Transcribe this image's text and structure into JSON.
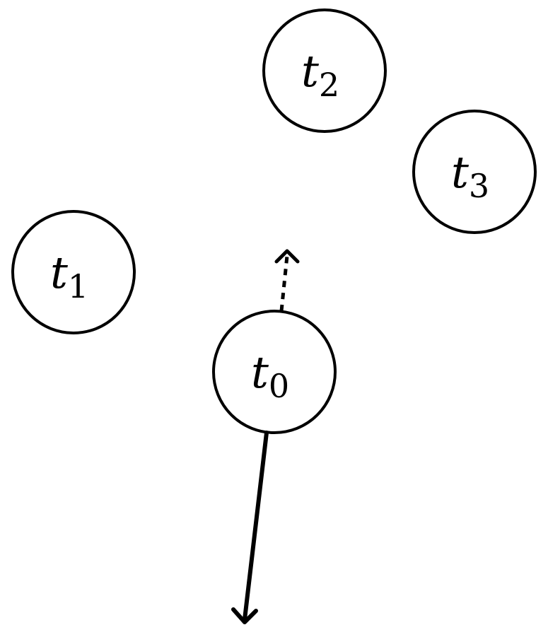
{
  "diagram": {
    "nodes": [
      {
        "id": "t0",
        "base": "t",
        "sub": "0"
      },
      {
        "id": "t1",
        "base": "t",
        "sub": "1"
      },
      {
        "id": "t2",
        "base": "t",
        "sub": "2"
      },
      {
        "id": "t3",
        "base": "t",
        "sub": "3"
      }
    ],
    "arrows": [
      {
        "from": "t0",
        "style": "dotted",
        "direction": "up"
      },
      {
        "from": "t0",
        "style": "solid",
        "direction": "down"
      }
    ],
    "colors": {
      "stroke": "#000000",
      "background": "#ffffff"
    }
  }
}
